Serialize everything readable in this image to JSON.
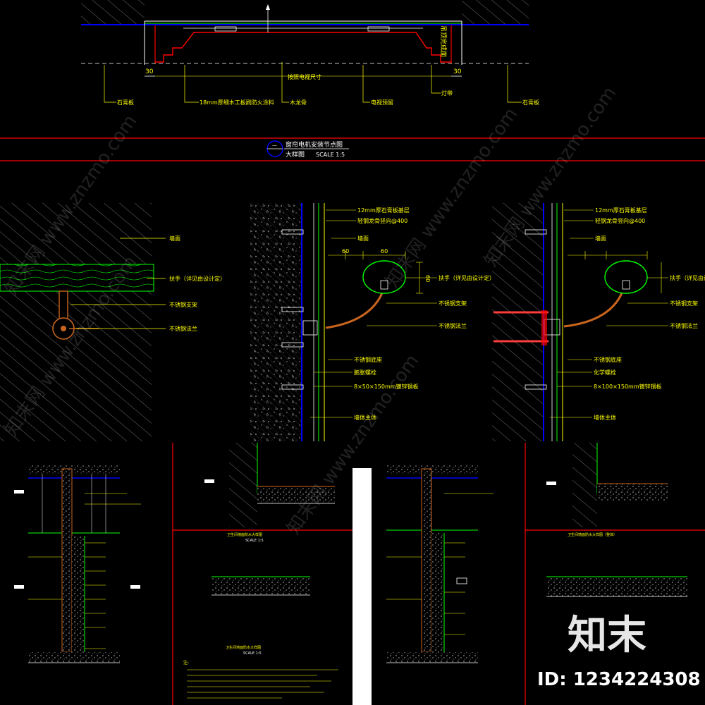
{
  "title_block": {
    "number": "—",
    "title": "窗帘电机安装节点图",
    "subtitle": "大样图",
    "scale": "SCALE 1:5"
  },
  "dimensions": {
    "left": "30",
    "right": "30",
    "span": "按照电视尺寸",
    "d60a": "60",
    "d60b": "60",
    "h60": "60"
  },
  "top_labels": [
    "石膏板",
    "18mm厚细木工板刷防火涂料",
    "木龙骨",
    "电视预留",
    "灯带",
    "石膏板"
  ],
  "vertical_label": "吊顶完成面",
  "handrail_labels": [
    "墙面",
    "扶手（详见由设计定）",
    "不锈钢支架",
    "不锈钢法兰"
  ],
  "detail_labels": [
    "12mm厚石膏板基层",
    "轻钢龙骨竖向@400",
    "墙面",
    "扶手（详见由设计定）",
    "不锈钢支架",
    "不锈钢法兰",
    "不锈钢底座",
    "膨胀螺栓",
    "8×50×150mm镀锌钢板",
    "墙体主体"
  ],
  "detail2_labels": [
    "12mm厚石膏板基层",
    "轻钢龙骨竖向@400",
    "墙面",
    "扶手（详见由设计定）",
    "不锈钢支架",
    "不锈钢法兰",
    "不锈钢底座",
    "化学螺栓",
    "8×100×150mm镀锌钢板",
    "墙体主体"
  ],
  "sheet_titles": [
    "卫生间墙面防水大样图",
    "卫生间地面防水大样图",
    "卫生间墙面防水大样图（整体）"
  ],
  "sheet_scale": "SCALE 1:5",
  "note_header": "注:",
  "watermark": "知末网 www.znzmo.com",
  "brand_logo": "知末",
  "id_label": "ID: 1234224308",
  "colors": {
    "yellow": "#ffff00",
    "red": "#ff0000",
    "green": "#00ff00",
    "blue": "#0000ff",
    "white": "#ffffff",
    "brown": "#c8641e"
  }
}
